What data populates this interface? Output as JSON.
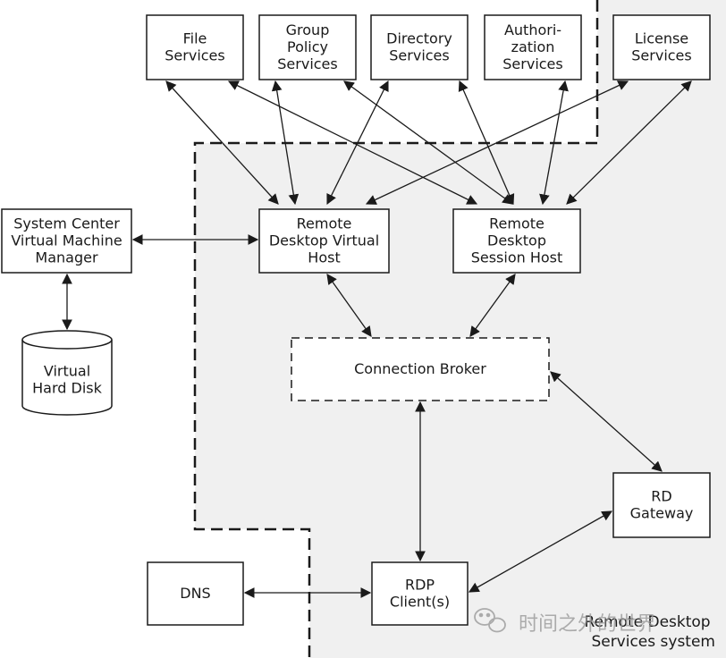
{
  "colors": {
    "region_fill": "#f0f0f0",
    "box_fill": "#ffffff",
    "stroke": "#1a1a1a",
    "text": "#1a1a1a",
    "watermark": "#9a9a9a"
  },
  "region": {
    "label_lines": [
      "Remote Desktop",
      "Services system"
    ]
  },
  "watermark": {
    "text": "时间之外的世界"
  },
  "nodes": {
    "file_services": {
      "lines": [
        "File",
        "Services"
      ]
    },
    "group_policy_services": {
      "lines": [
        "Group",
        "Policy",
        "Services"
      ]
    },
    "directory_services": {
      "lines": [
        "Directory",
        "Services"
      ]
    },
    "authorization_services": {
      "lines": [
        "Authori-",
        "zation",
        "Services"
      ]
    },
    "license_services": {
      "lines": [
        "License",
        "Services"
      ]
    },
    "system_center_vmm": {
      "lines": [
        "System Center",
        "Virtual Machine",
        "Manager"
      ]
    },
    "virtual_hard_disk": {
      "lines": [
        "Virtual",
        "Hard Disk"
      ]
    },
    "rd_virtual_host": {
      "lines": [
        "Remote",
        "Desktop Virtual",
        "Host"
      ]
    },
    "rd_session_host": {
      "lines": [
        "Remote",
        "Desktop",
        "Session Host"
      ]
    },
    "connection_broker": {
      "lines": [
        "Connection Broker"
      ]
    },
    "rd_gateway": {
      "lines": [
        "RD",
        "Gateway"
      ]
    },
    "dns": {
      "lines": [
        "DNS"
      ]
    },
    "rdp_clients": {
      "lines": [
        "RDP",
        "Client(s)"
      ]
    }
  },
  "edges": [
    [
      "file_services",
      "rd_virtual_host"
    ],
    [
      "file_services",
      "rd_session_host"
    ],
    [
      "group_policy_services",
      "rd_virtual_host"
    ],
    [
      "group_policy_services",
      "rd_session_host"
    ],
    [
      "directory_services",
      "rd_virtual_host"
    ],
    [
      "authorization_services",
      "rd_virtual_host"
    ],
    [
      "authorization_services",
      "rd_session_host"
    ],
    [
      "license_services",
      "rd_virtual_host"
    ],
    [
      "license_services",
      "rd_session_host"
    ],
    [
      "system_center_vmm",
      "rd_virtual_host"
    ],
    [
      "system_center_vmm",
      "virtual_hard_disk"
    ],
    [
      "rd_virtual_host",
      "connection_broker"
    ],
    [
      "rd_session_host",
      "connection_broker"
    ],
    [
      "connection_broker",
      "rdp_clients"
    ],
    [
      "connection_broker",
      "rd_gateway"
    ],
    [
      "rd_gateway",
      "rdp_clients"
    ],
    [
      "dns",
      "rdp_clients"
    ]
  ]
}
